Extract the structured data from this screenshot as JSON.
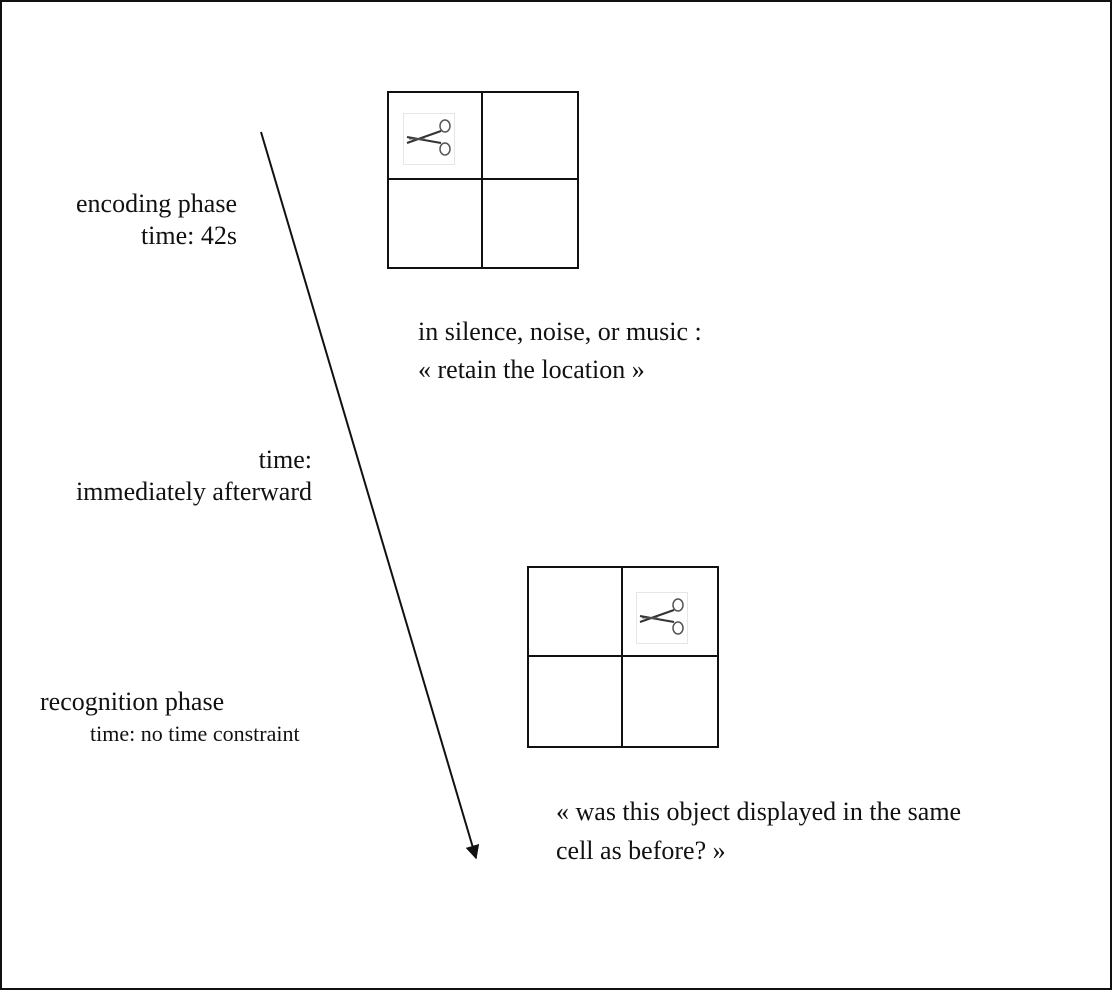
{
  "encoding": {
    "title": "encoding phase",
    "time": "time: 42s",
    "grid_object_cell": 0,
    "object_icon": "scissors-icon",
    "instruction_line1": "in silence, noise, or music :",
    "instruction_line2": "« retain the location »"
  },
  "interval": {
    "line1": "time:",
    "line2": "immediately afterward"
  },
  "recognition": {
    "title": "recognition phase",
    "time": "time: no time constraint",
    "grid_object_cell": 1,
    "object_icon": "scissors-icon",
    "question_line1": "« was this object displayed in the same",
    "question_line2": "cell as before? »"
  },
  "colors": {
    "ink": "#111111",
    "background": "#ffffff"
  }
}
